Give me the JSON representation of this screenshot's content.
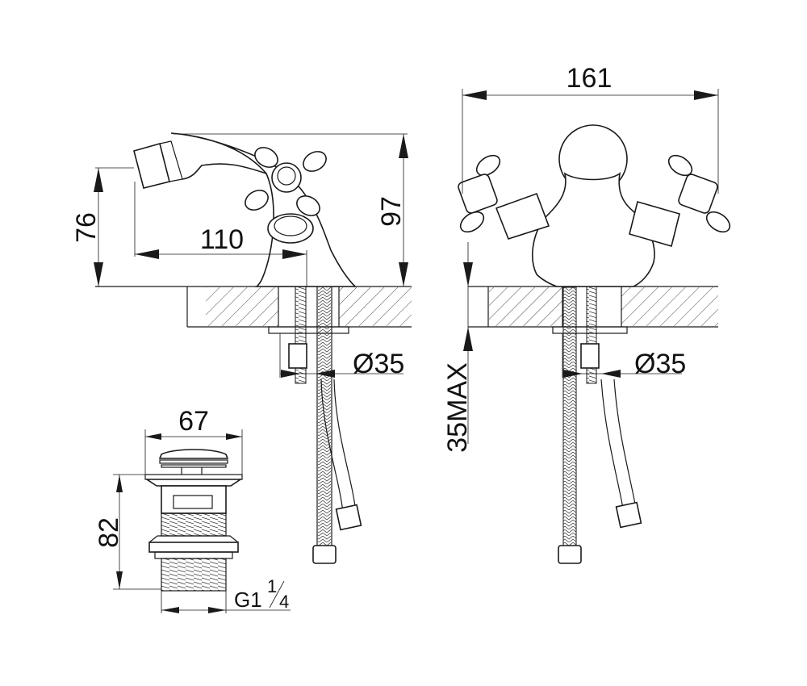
{
  "drawing": {
    "side_view": {
      "height_total": "97",
      "spout_height": "76",
      "spout_reach": "110",
      "hole_diameter": "Ø35"
    },
    "front_view": {
      "width_total": "161",
      "counter_thickness": "35MAX",
      "hole_diameter": "Ø35"
    },
    "drain": {
      "width": "67",
      "height": "82",
      "thread_prefix": "G1",
      "thread_num": "1",
      "thread_den": "4"
    }
  },
  "colors": {
    "line": "#1a1a1a",
    "background": "#ffffff"
  }
}
